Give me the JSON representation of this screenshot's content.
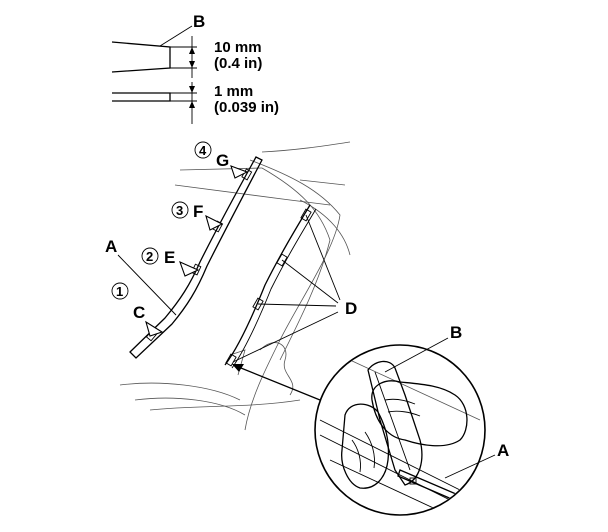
{
  "callouts": {
    "top_b": "B",
    "a_left": "A",
    "c": "C",
    "e": "E",
    "f": "F",
    "g": "G",
    "d": "D",
    "b_detail": "B",
    "a_detail": "A"
  },
  "steps": {
    "s1": "1",
    "s2": "2",
    "s3": "3",
    "s4": "4"
  },
  "dimensions": {
    "d1_metric": "10 mm",
    "d1_imperial": "(0.4 in)",
    "d2_metric": "1 mm",
    "d2_imperial": "(0.039 in)"
  }
}
